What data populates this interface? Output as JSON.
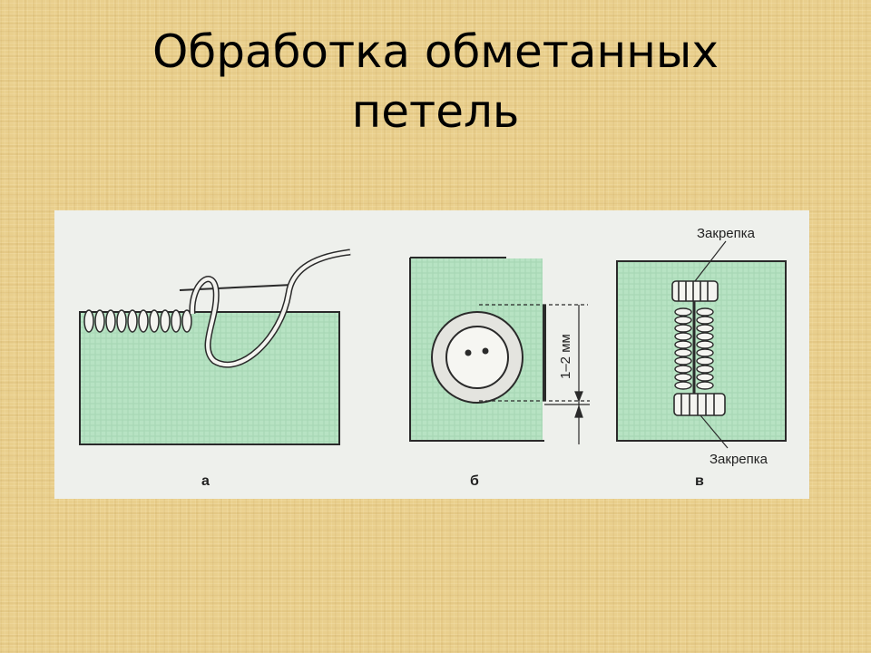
{
  "slide": {
    "title_line1": "Обработка обметанных",
    "title_line2": "петель"
  },
  "figure": {
    "panel_a_label": "а",
    "panel_b_label": "б",
    "panel_c_label": "в",
    "measurement_label": "1–2 мм",
    "bartack_top_label": "Закрепка",
    "bartack_bottom_label": "Закрепка"
  },
  "colors": {
    "fabric_green": "#b7e3c3",
    "outline": "#2a2a2a",
    "background": "#e9cf8d",
    "panel": "#eef0ec"
  }
}
